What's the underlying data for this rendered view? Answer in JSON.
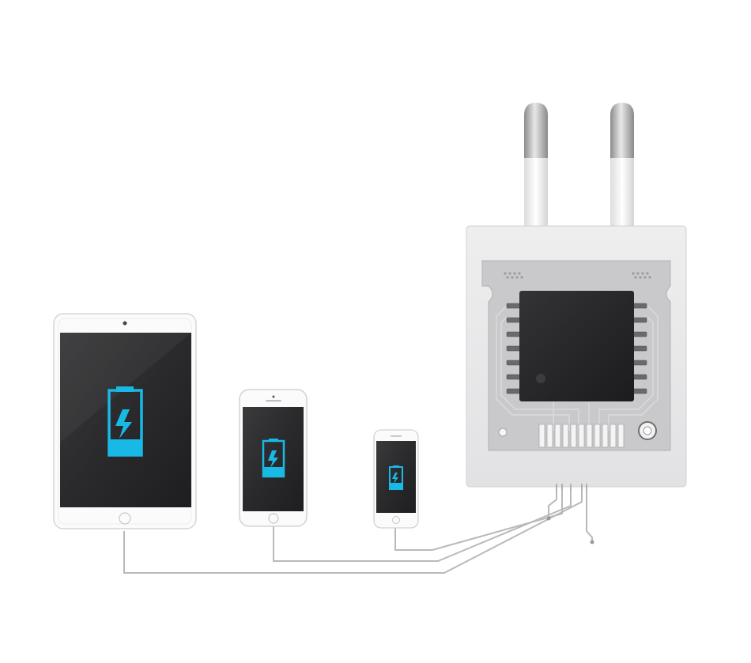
{
  "scene": {
    "background": "#ffffff",
    "devices": [
      {
        "kind": "tablet",
        "icon": "charging-battery-icon"
      },
      {
        "kind": "phone-large",
        "icon": "charging-battery-icon"
      },
      {
        "kind": "phone-small",
        "icon": "charging-battery-icon"
      }
    ],
    "charger": {
      "kind": "eu-wall-charger",
      "plug": "two-pin",
      "board": "circuit-board-with-chip"
    },
    "colors": {
      "screen": "#2b2b2d",
      "battery_accent": "#19b9e6",
      "charger_body": "#e9e9eb",
      "board": "#c9c9cb",
      "chip": "#2a2a2c",
      "cable": "#b9b9bb",
      "prong": "#b8b8b8"
    }
  }
}
